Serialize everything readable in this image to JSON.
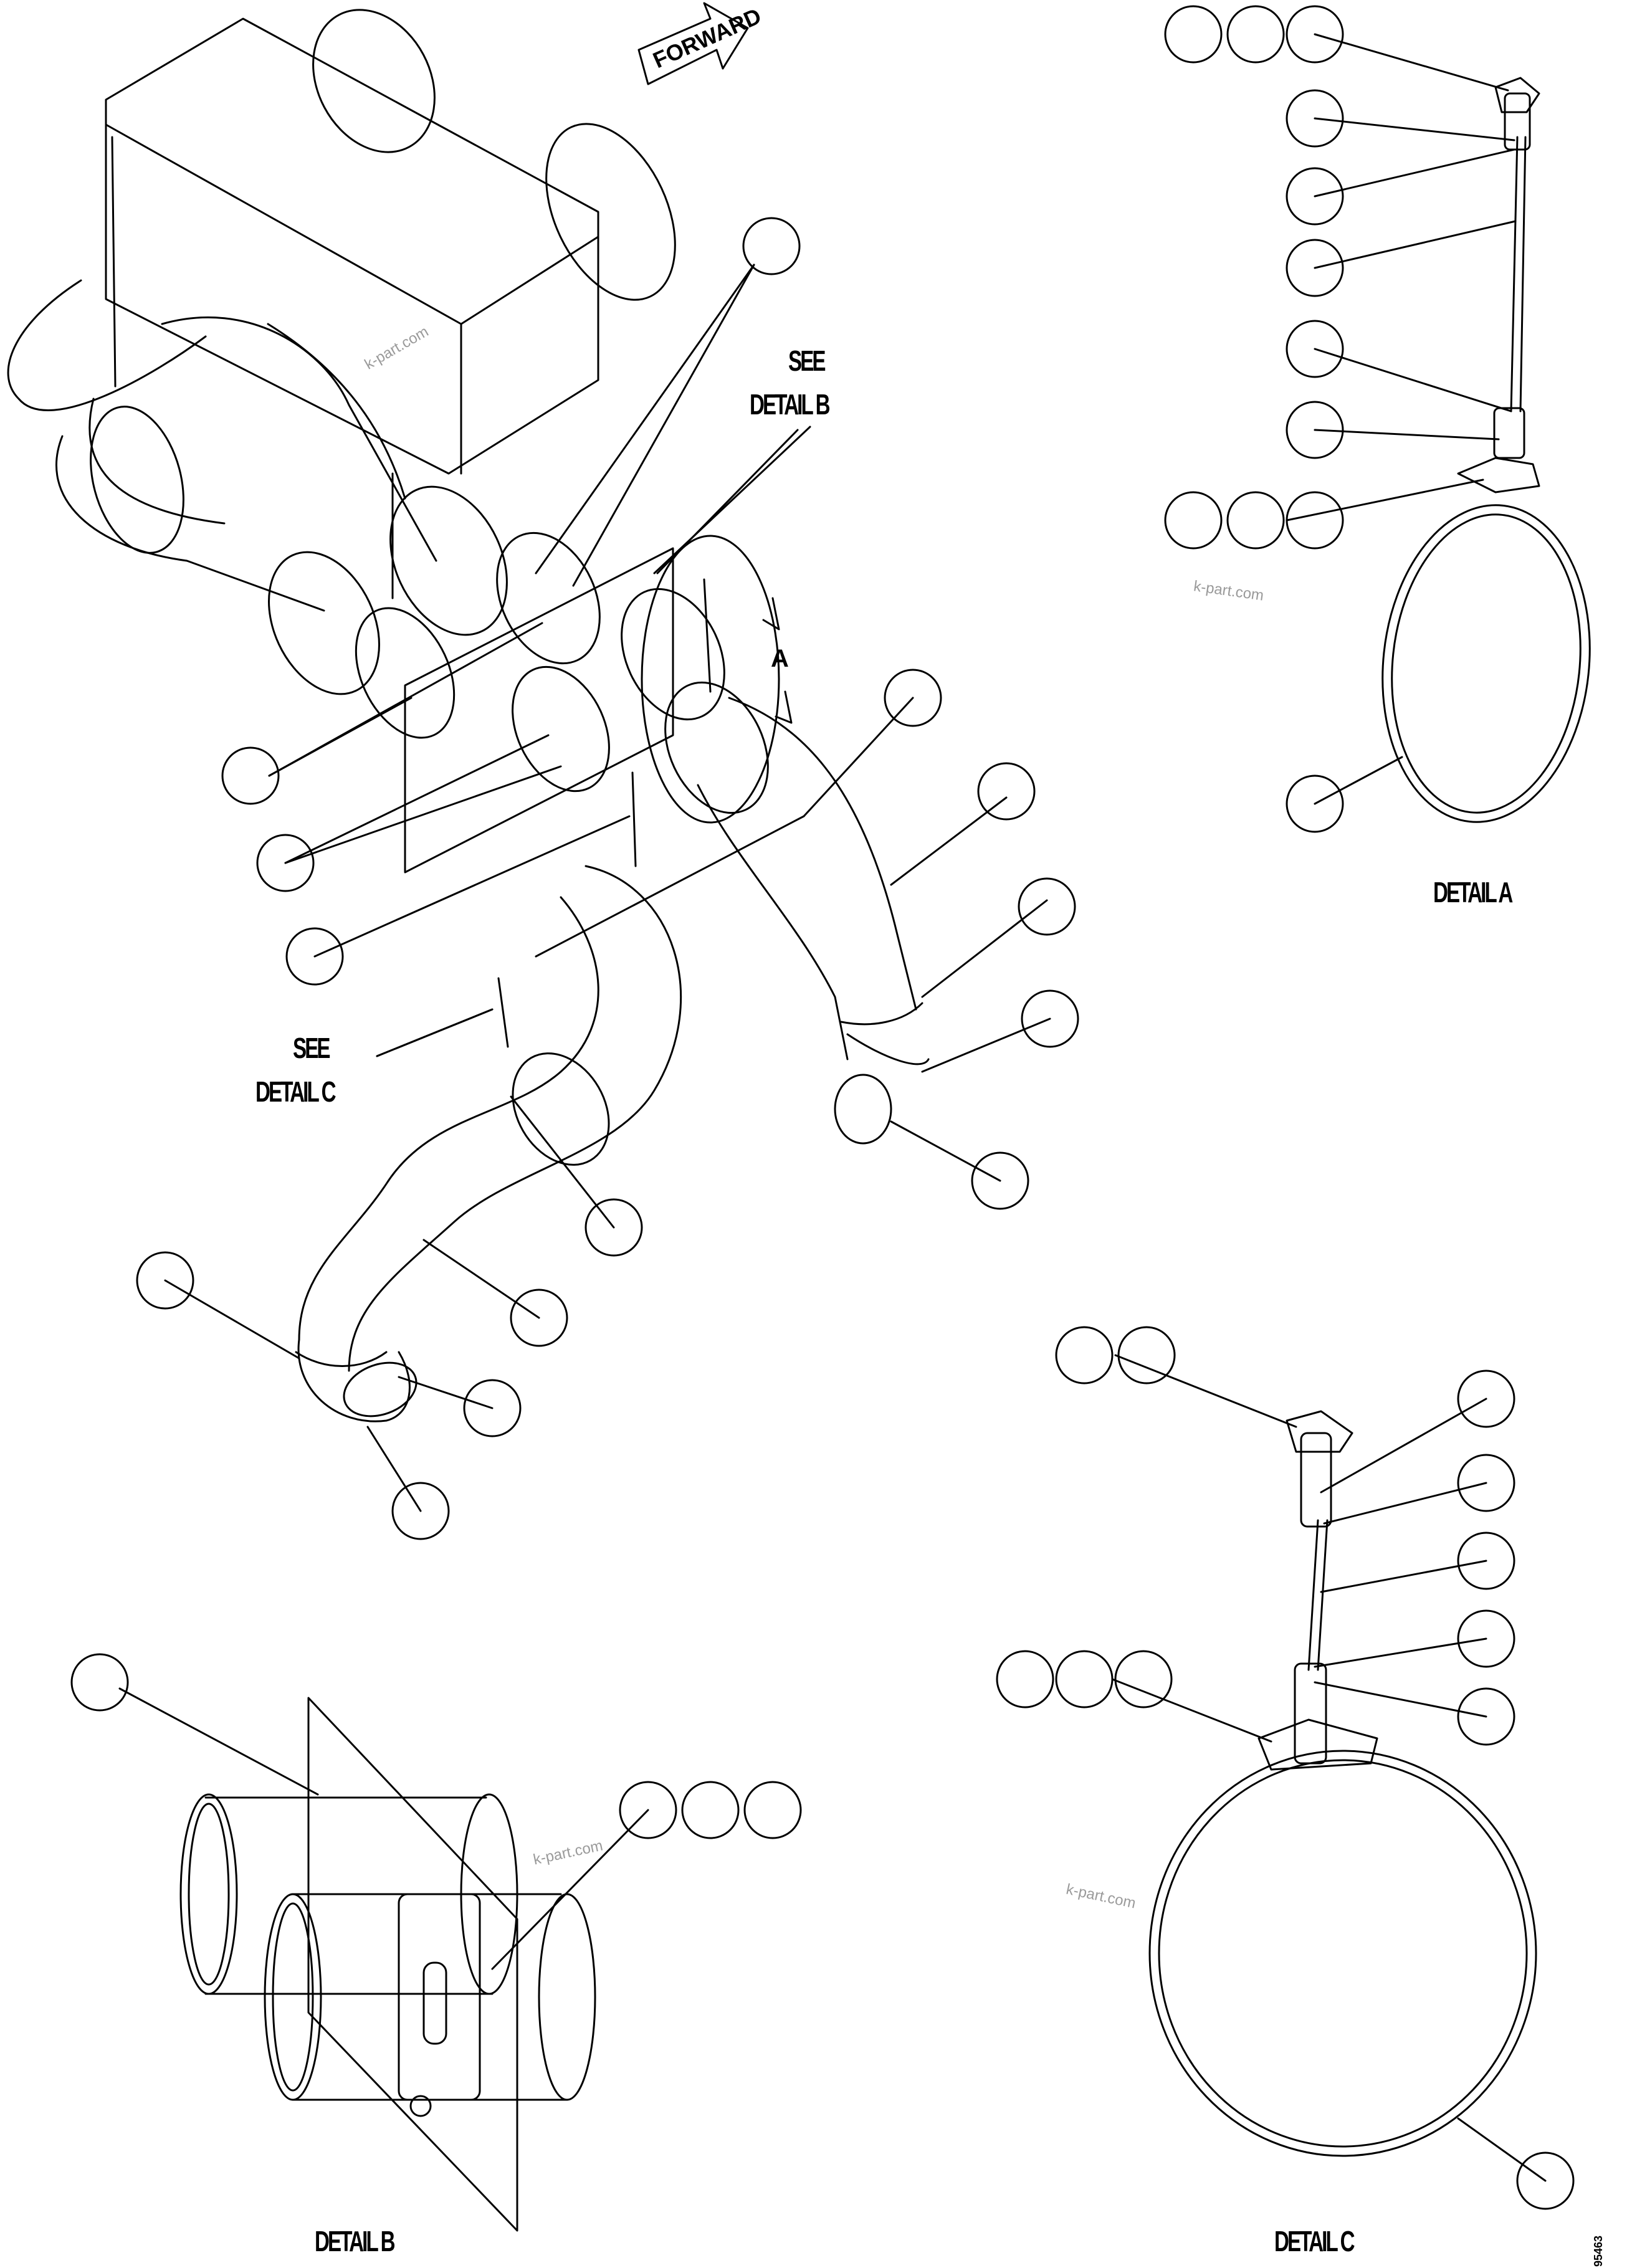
{
  "forward_label": "FORWARD",
  "detail_letter_a": "A",
  "see_detail_b": {
    "line1": "SEE",
    "line2": "DETAIL B"
  },
  "see_detail_c": {
    "line1": "SEE",
    "line2": "DETAIL C"
  },
  "detail_titles": {
    "a": "DETAIL A",
    "b": "DETAIL B",
    "c": "DETAIL C"
  },
  "watermark": "k-part.com",
  "drawing_code": "95463",
  "colors": {
    "line": "#000000",
    "paper": "#ffffff",
    "watermark": "#9a9a9a"
  }
}
